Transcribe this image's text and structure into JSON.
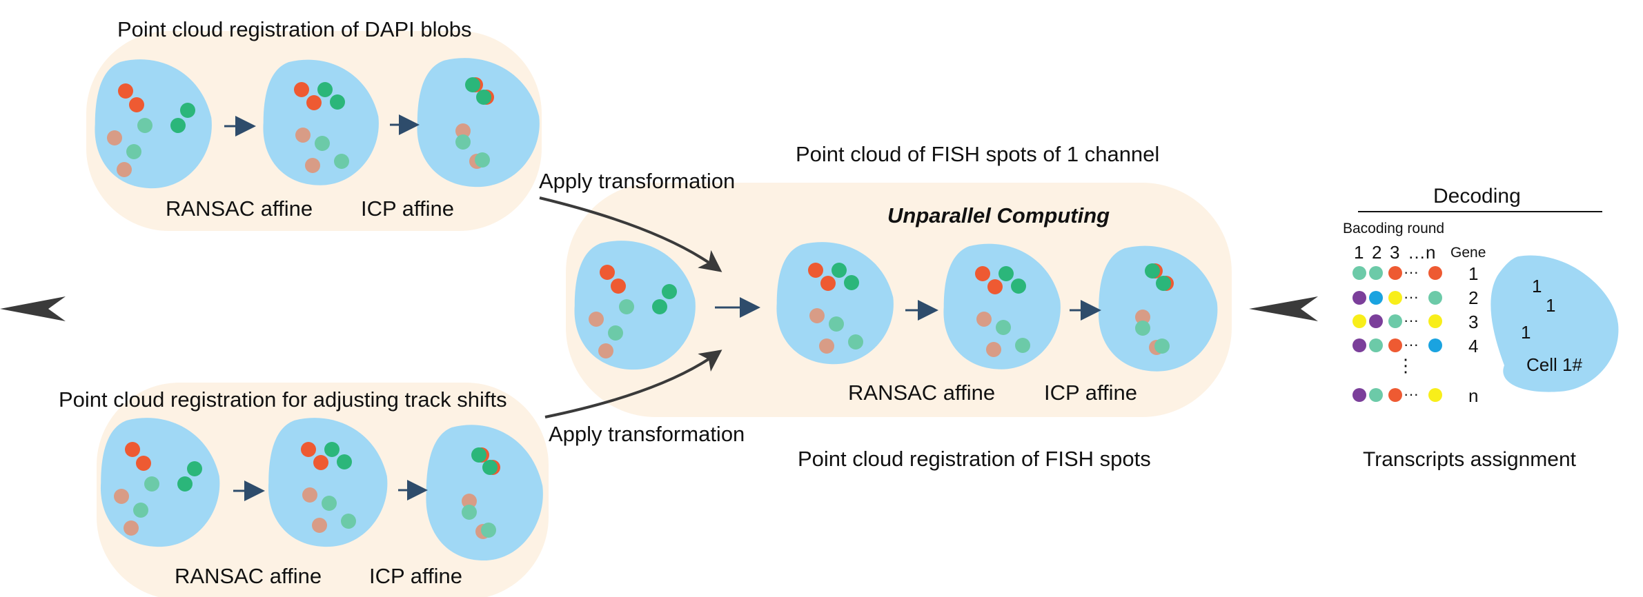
{
  "panels": {
    "dapi": {
      "title": "Point cloud registration of DAPI blobs",
      "step1": "RANSAC affine",
      "step2": "ICP affine"
    },
    "track": {
      "title": "Point cloud registration for adjusting track shifts",
      "step1": "RANSAC affine",
      "step2": "ICP affine"
    },
    "fish": {
      "above_title": "Point cloud of FISH spots of 1 channel",
      "inner_title": "Unparallel Computing",
      "step1": "RANSAC affine",
      "step2": "ICP affine",
      "below_title": "Point cloud registration of FISH spots"
    }
  },
  "arrows": {
    "top_label": "Apply transformation",
    "bottom_label": "Apply transformation"
  },
  "decoding": {
    "title": "Decoding",
    "subtitle": "Bacoding round",
    "col_1": "1",
    "col_2": "2",
    "col_3": "3",
    "col_n": "…n",
    "gene_header": "Gene",
    "rows": [
      "1",
      "2",
      "3",
      "4",
      "n"
    ],
    "ellipsis_v": "⋮",
    "cell_label": "Cell 1#",
    "cell_marks": [
      "1",
      "1",
      "1"
    ],
    "footer": "Transcripts assignment"
  },
  "colors": {
    "panel_bg": "#fdf2e4",
    "cell_fill": "#a0d8f5",
    "red": "#ee5a32",
    "green": "#2bb67a",
    "teal": "#6ccaa8",
    "tan": "#d89c86",
    "purple": "#7b3f9a",
    "blue": "#1aa3e0",
    "yellow": "#f8ee1a",
    "arrow": "#2e4c6b",
    "dark_arrow": "#3a3a3a"
  }
}
